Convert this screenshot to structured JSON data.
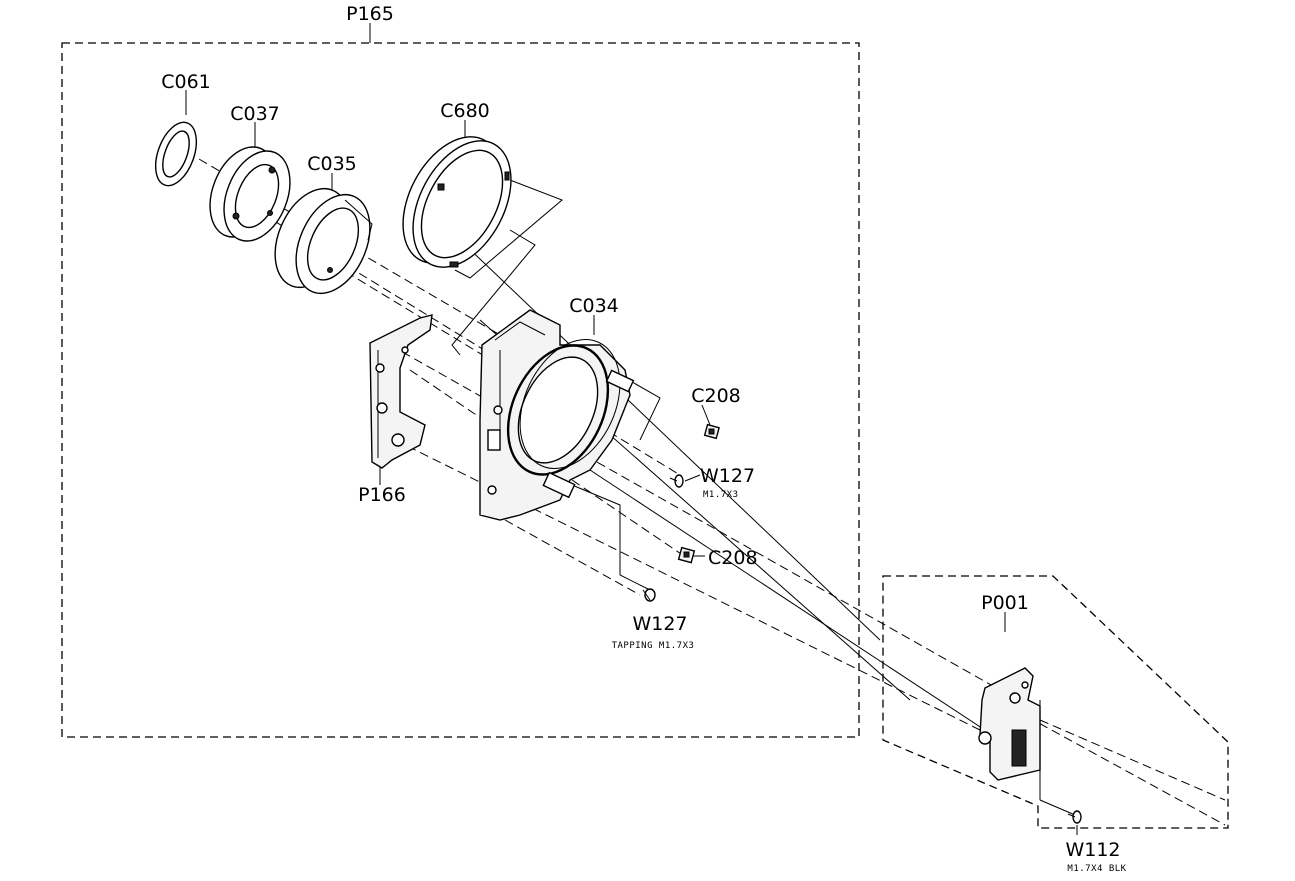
{
  "labels": {
    "p165": "P165",
    "c061": "C061",
    "c037": "C037",
    "c035": "C035",
    "c680": "C680",
    "c034": "C034",
    "c208_top": "C208",
    "w127_right": "W127",
    "w127_right_spec": "M1.7X3",
    "p166": "P166",
    "c208_bottom": "C208",
    "w127_bottom": "W127",
    "w127_bottom_spec": "TAPPING M1.7X3",
    "p001": "P001",
    "w112": "W112",
    "w112_spec": "M1.7X4 BLK"
  }
}
